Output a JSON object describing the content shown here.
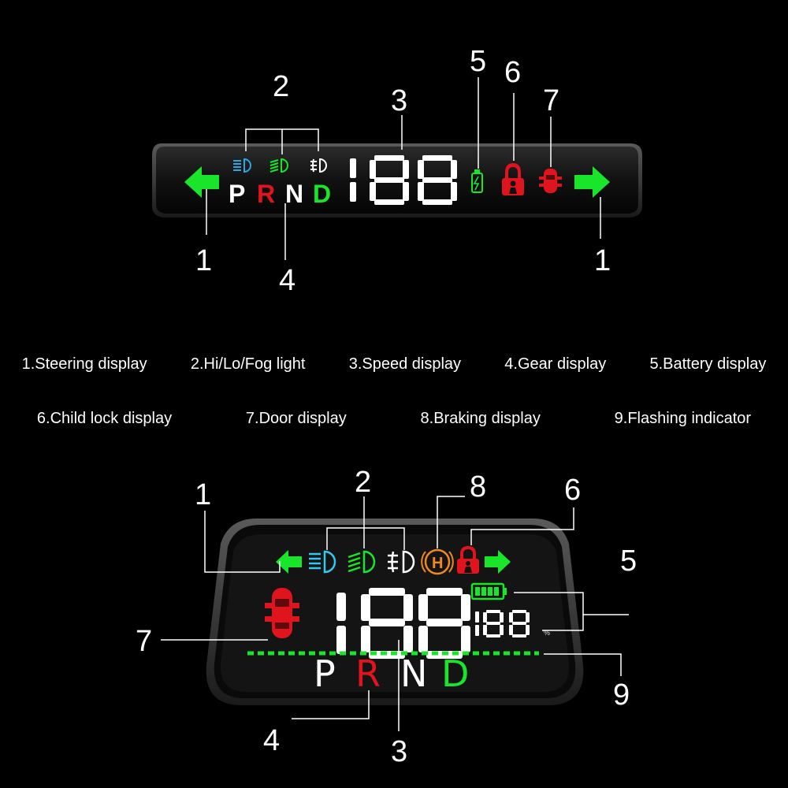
{
  "top_device": {
    "gears": [
      "P",
      "R",
      "N",
      "D"
    ],
    "speed": "188",
    "callouts": {
      "steering_left": "1",
      "steering_right": "1",
      "lights": "2",
      "speed": "3",
      "gear": "4",
      "battery": "5",
      "child_lock": "6",
      "door": "7"
    }
  },
  "legend": {
    "row1": [
      "1.Steering display",
      "2.Hi/Lo/Fog light",
      "3.Speed display",
      "4.Gear display",
      "5.Battery display"
    ],
    "row2": [
      "6.Child lock display",
      "7.Door display",
      "8.Braking display",
      "9.Flashing indicator"
    ]
  },
  "bottom_device": {
    "gears": [
      "P",
      "R",
      "N",
      "D"
    ],
    "speed": "188",
    "battery_percent": "188",
    "percent_sign": "%",
    "brake_letter": "H",
    "callouts": {
      "steering": "1",
      "lights": "2",
      "speed": "3",
      "gear": "4",
      "battery": "5",
      "child_lock": "6",
      "door": "7",
      "braking": "8",
      "flashing": "9"
    }
  },
  "colors": {
    "green": "#19e62a",
    "red": "#e0141c",
    "blue": "#27a9e1",
    "cyan": "#36c7ee",
    "orange": "#f08a1d",
    "white": "#ffffff"
  }
}
